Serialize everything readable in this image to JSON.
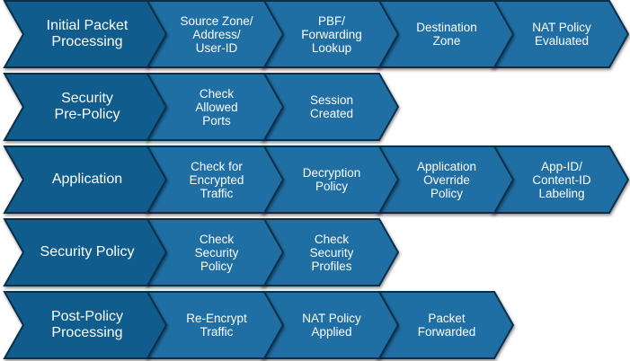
{
  "colors": {
    "stage_fill": "#0f5c8d",
    "step_fill": "#1f6fa5",
    "outline": "#0b2f49"
  },
  "rows": [
    {
      "stage": "Initial Packet\nProcessing",
      "steps": [
        "Source Zone/\nAddress/\nUser-ID",
        "PBF/\nForwarding\nLookup",
        "Destination\nZone",
        "NAT Policy\nEvaluated"
      ]
    },
    {
      "stage": "Security\nPre-Policy",
      "steps": [
        "Check\nAllowed\nPorts",
        "Session\nCreated"
      ]
    },
    {
      "stage": "Application",
      "steps": [
        "Check for\nEncrypted\nTraffic",
        "Decryption\nPolicy",
        "Application\nOverride\nPolicy",
        "App-ID/\nContent-ID\nLabeling"
      ]
    },
    {
      "stage": "Security Policy",
      "steps": [
        "Check\nSecurity\nPolicy",
        "Check\nSecurity\nProfiles"
      ]
    },
    {
      "stage": "Post-Policy\nProcessing",
      "steps": [
        "Re-Encrypt\nTraffic",
        "NAT Policy\nApplied",
        "Packet\nForwarded"
      ]
    }
  ]
}
